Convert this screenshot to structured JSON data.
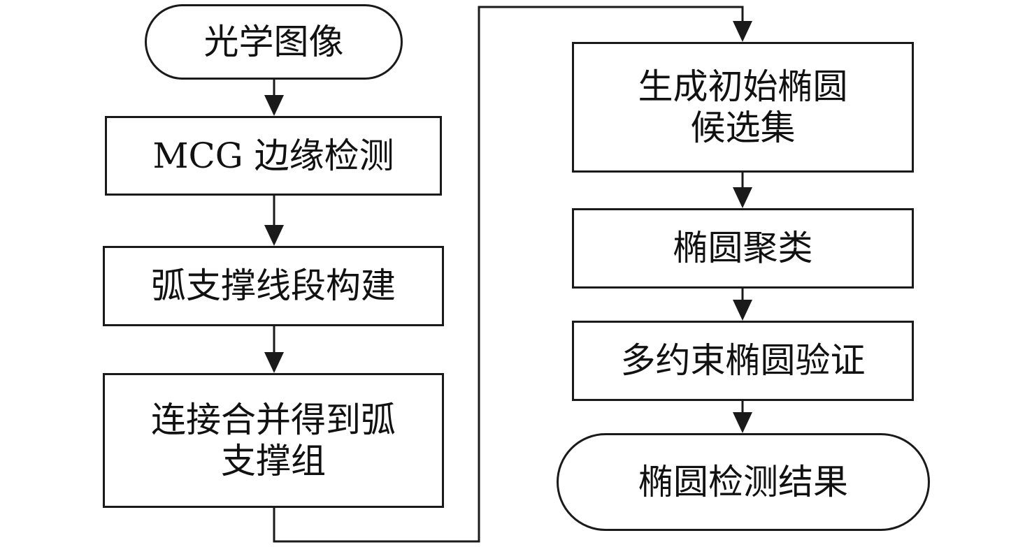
{
  "flowchart": {
    "start": "光学图像",
    "edge_detection": "MCG 边缘检测",
    "arc_support_segments": "弧支撑线段构建",
    "arc_support_groups": "连接合并得到弧\n支撑组",
    "initial_candidates": "生成初始椭圆\n候选集",
    "ellipse_clustering": "椭圆聚类",
    "multi_constraint_verification": "多约束椭圆验证",
    "end": "椭圆检测结果"
  }
}
